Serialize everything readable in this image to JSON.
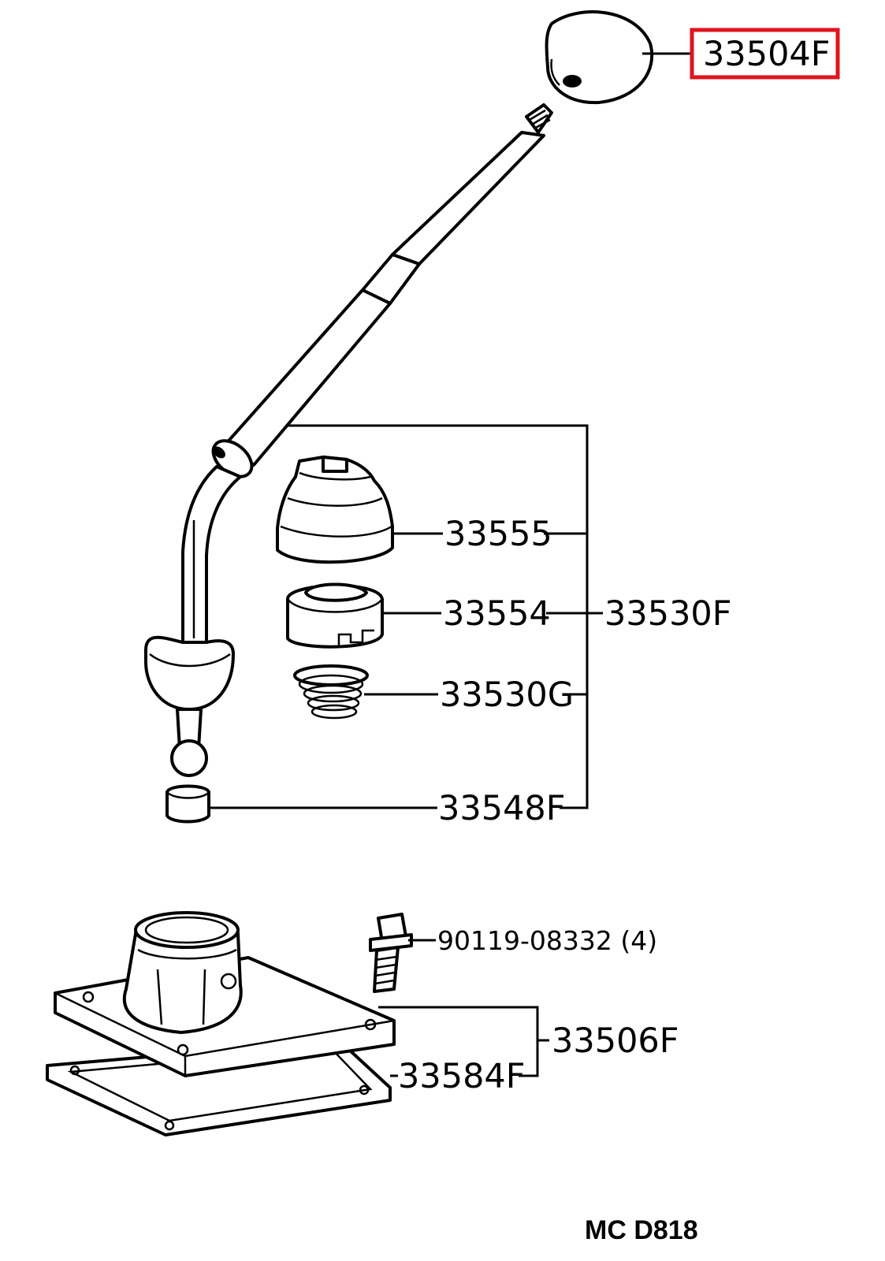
{
  "diagram": {
    "highlight_color": "#e0141e",
    "labels": {
      "knob": "33504F",
      "boot": "33555",
      "seat": "33554",
      "spring": "33530G",
      "lever_assembly": "33530F",
      "bushing": "33548F",
      "bolt": "90119-08332 (4)",
      "retainer": "33506F",
      "gasket": "33584F"
    },
    "diagram_code": "MC D818"
  }
}
